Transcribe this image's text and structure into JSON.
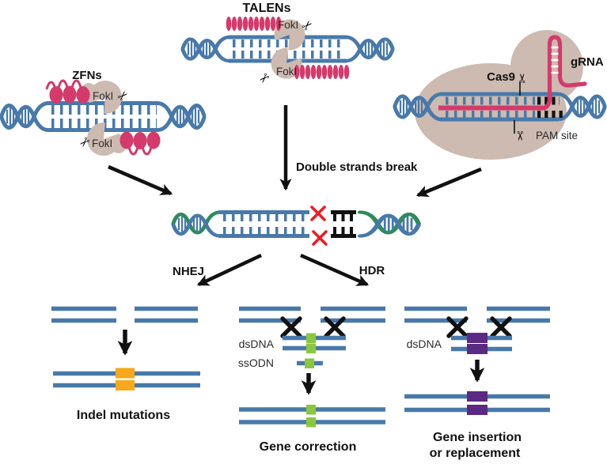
{
  "colors": {
    "dna_blue": "#4879AA",
    "helix_green": "#2E8B5C",
    "pink": "#D43A6B",
    "tan": "#CDBAB0",
    "red": "#ED1C24",
    "orange": "#F7A81B",
    "insert_green": "#8CC63F",
    "purple": "#5B2A82",
    "ink": "#111111"
  },
  "icons": {
    "scissors": "✂"
  },
  "nucleases": {
    "zfn": {
      "title": "ZFNs",
      "fok_top": "FokI",
      "fok_bottom": "FokI"
    },
    "talen": {
      "title": "TALENs",
      "fok_top": "FokI",
      "fok_bottom": "FokI"
    },
    "cas9": {
      "title": "Cas9",
      "grna": "gRNA",
      "pam": "PAM site"
    }
  },
  "break_step": {
    "label": "Double strands break"
  },
  "pathways": {
    "nhej": {
      "label": "NHEJ",
      "result": "Indel mutations"
    },
    "hdr": {
      "label": "HDR",
      "correction": {
        "donor_dsdna": "dsDNA",
        "donor_ssodn": "ssODN",
        "result": "Gene correction"
      },
      "insertion": {
        "donor_dsdna": "dsDNA",
        "result_line1": "Gene insertion",
        "result_line2": "or replacement"
      }
    }
  }
}
